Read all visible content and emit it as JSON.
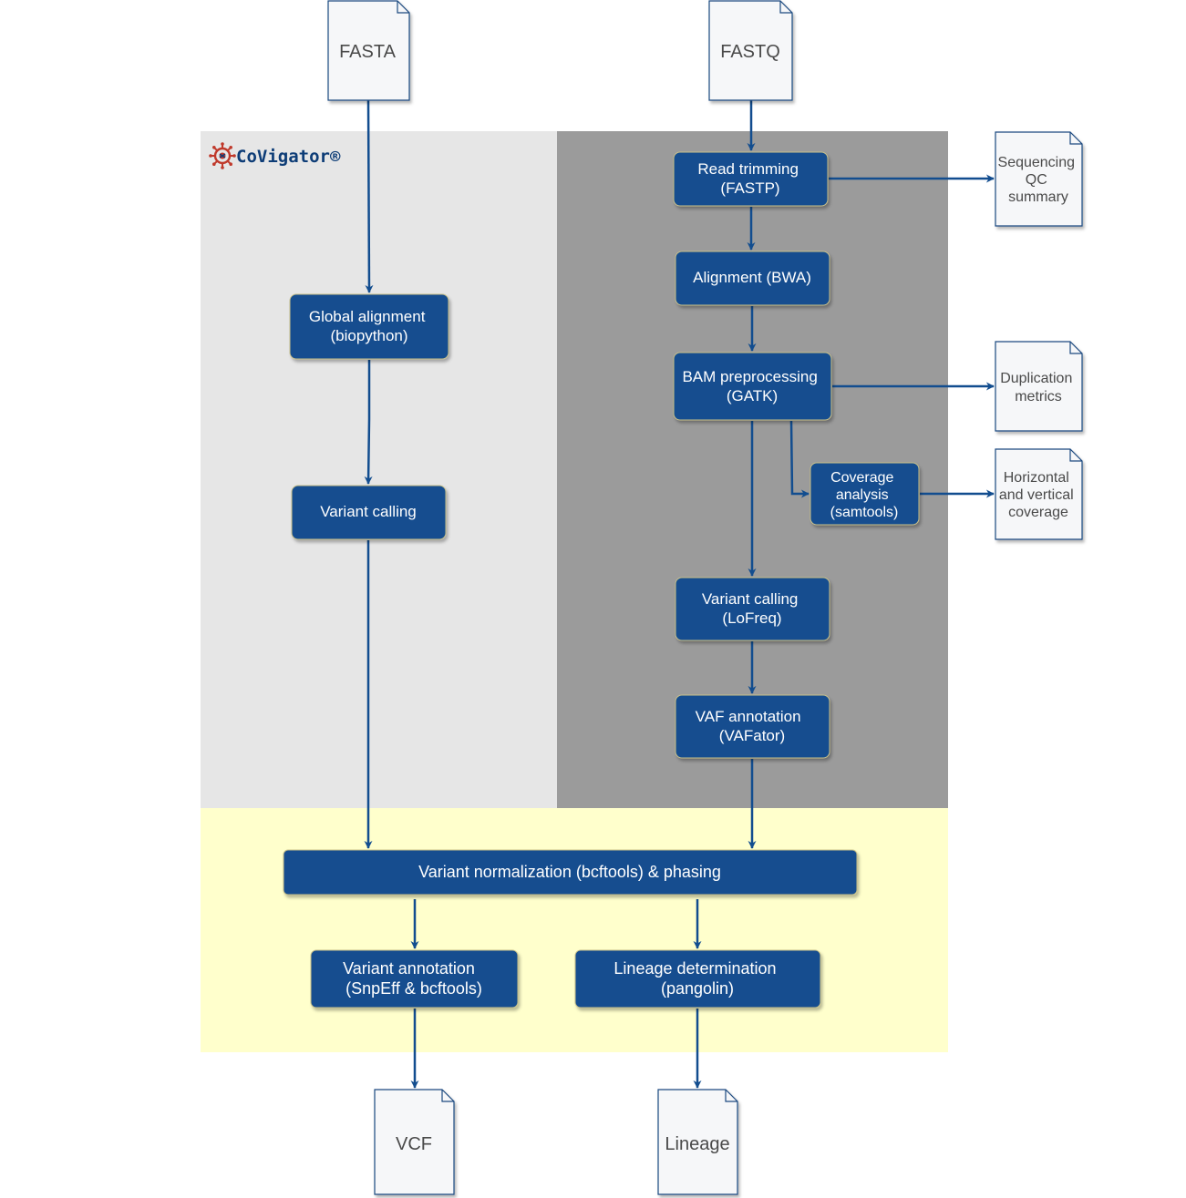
{
  "colors": {
    "process_fill": "#124d8f",
    "edge": "#124d8f",
    "fasta_panel": "#e6e6e6",
    "fastq_panel": "#9b9b9b",
    "shared_panel": "#ffffcc",
    "doc_fill": "#f6f7f9",
    "doc_stroke": "#1c4a80",
    "logo_red": "#c0392b",
    "logo_blue": "#0e3d77"
  },
  "logo": {
    "text": "CoVigator®",
    "icon": "virus-icon"
  },
  "inputs": {
    "fasta": "FASTA",
    "fastq": "FASTQ"
  },
  "fasta_pipeline": {
    "global_alignment": [
      "Global alignment",
      "(biopython)"
    ],
    "variant_calling": [
      "Variant calling"
    ]
  },
  "fastq_pipeline": {
    "read_trimming": [
      "Read trimming",
      "(FASTP)"
    ],
    "alignment": [
      "Alignment (BWA)"
    ],
    "bam_preprocessing": [
      "BAM preprocessing",
      "(GATK)"
    ],
    "coverage_analysis": [
      "Coverage",
      "analysis",
      "(samtools)"
    ],
    "variant_calling": [
      "Variant calling",
      "(LoFreq)"
    ],
    "vaf_annotation": [
      "VAF annotation",
      "(VAFator)"
    ]
  },
  "side_outputs": {
    "sequencing_qc": [
      "Sequencing",
      "QC",
      "summary"
    ],
    "duplication_metrics": [
      "Duplication",
      "metrics"
    ],
    "coverage": [
      "Horizontal",
      "and vertical",
      "coverage"
    ]
  },
  "shared_pipeline": {
    "normalization": [
      "Variant normalization (bcftools) & phasing"
    ],
    "variant_annotation": [
      "Variant annotation",
      "(SnpEff & bcftools)"
    ],
    "lineage_determination": [
      "Lineage determination",
      "(pangolin)"
    ]
  },
  "outputs": {
    "vcf": "VCF",
    "lineage": "Lineage"
  }
}
